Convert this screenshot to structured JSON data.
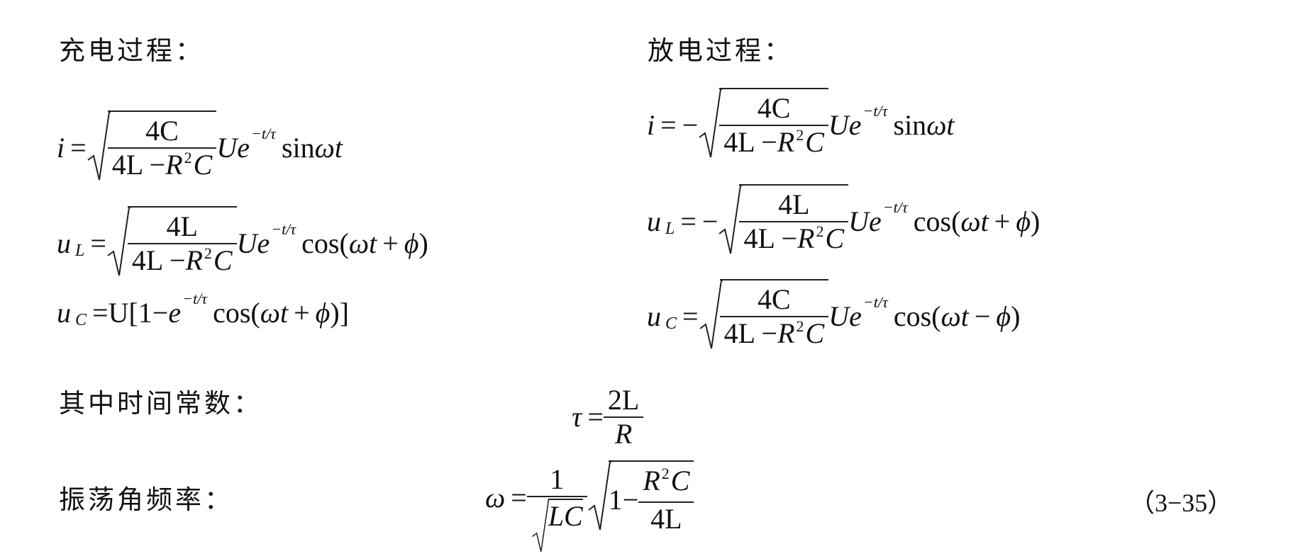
{
  "charging": {
    "title": "充电过程：",
    "i": {
      "lhs": "i",
      "eq": "=",
      "sign": "",
      "num": "4C",
      "den_a": "4L",
      "den_minus": "−",
      "den_R": "R",
      "den_exp": "2",
      "den_C": "C",
      "U": "U",
      "e": "e",
      "exp": "−t/τ",
      "func": "sin",
      "arg": "ωt"
    },
    "uL": {
      "lhs": "u",
      "sub": "L",
      "eq": "=",
      "sign": "",
      "num": "4L",
      "den_a": "4L",
      "den_minus": "−",
      "den_R": "R",
      "den_exp": "2",
      "den_C": "C",
      "U": "U",
      "e": "e",
      "exp": "−t/τ",
      "func": "cos",
      "arg_open": "(",
      "arg": "ωt",
      "op": "+",
      "phi": "ϕ",
      "arg_close": ")"
    },
    "uC": {
      "lhs": "u",
      "sub": "C",
      "eq": "=",
      "text_a": "U[1−",
      "e": "e",
      "exp": "−t/τ",
      "func": "cos",
      "arg_open": "(",
      "arg": "ωt",
      "op": "+",
      "phi": "ϕ",
      "arg_close": ")]"
    }
  },
  "discharging": {
    "title": "放电过程：",
    "i": {
      "lhs": "i",
      "eq": "=",
      "sign": "−",
      "num": "4C",
      "den_a": "4L",
      "den_minus": "−",
      "den_R": "R",
      "den_exp": "2",
      "den_C": "C",
      "U": "U",
      "e": "e",
      "exp": "−t/τ",
      "func": "sin",
      "arg": "ωt"
    },
    "uL": {
      "lhs": "u",
      "sub": "L",
      "eq": "=",
      "sign": "−",
      "num": "4L",
      "den_a": "4L",
      "den_minus": "−",
      "den_R": "R",
      "den_exp": "2",
      "den_C": "C",
      "U": "U",
      "e": "e",
      "exp": "−t/τ",
      "func": "cos",
      "arg_open": "(",
      "arg": "ωt",
      "op": "+",
      "phi": "ϕ",
      "arg_close": ")"
    },
    "uC": {
      "lhs": "u",
      "sub": "C",
      "eq": "=",
      "sign": "",
      "num": "4C",
      "den_a": "4L",
      "den_minus": "−",
      "den_R": "R",
      "den_exp": "2",
      "den_C": "C",
      "U": "U",
      "e": "e",
      "exp": "−t/τ",
      "func": "cos",
      "arg_open": "(",
      "arg": "ωt",
      "op": "−",
      "phi": "ϕ",
      "arg_close": ")"
    }
  },
  "time_constant": {
    "label": "其中时间常数：",
    "lhs": "τ",
    "eq": "=",
    "num": "2L",
    "den": "R"
  },
  "angular_frequency": {
    "label": "振荡角频率：",
    "lhs": "ω",
    "eq": "=",
    "num1": "1",
    "den1": "LC",
    "one": "1",
    "minus": "−",
    "num2_R": "R",
    "num2_exp": "2",
    "num2_C": "C",
    "den2": "4L"
  },
  "equation_number": "（3−35）"
}
